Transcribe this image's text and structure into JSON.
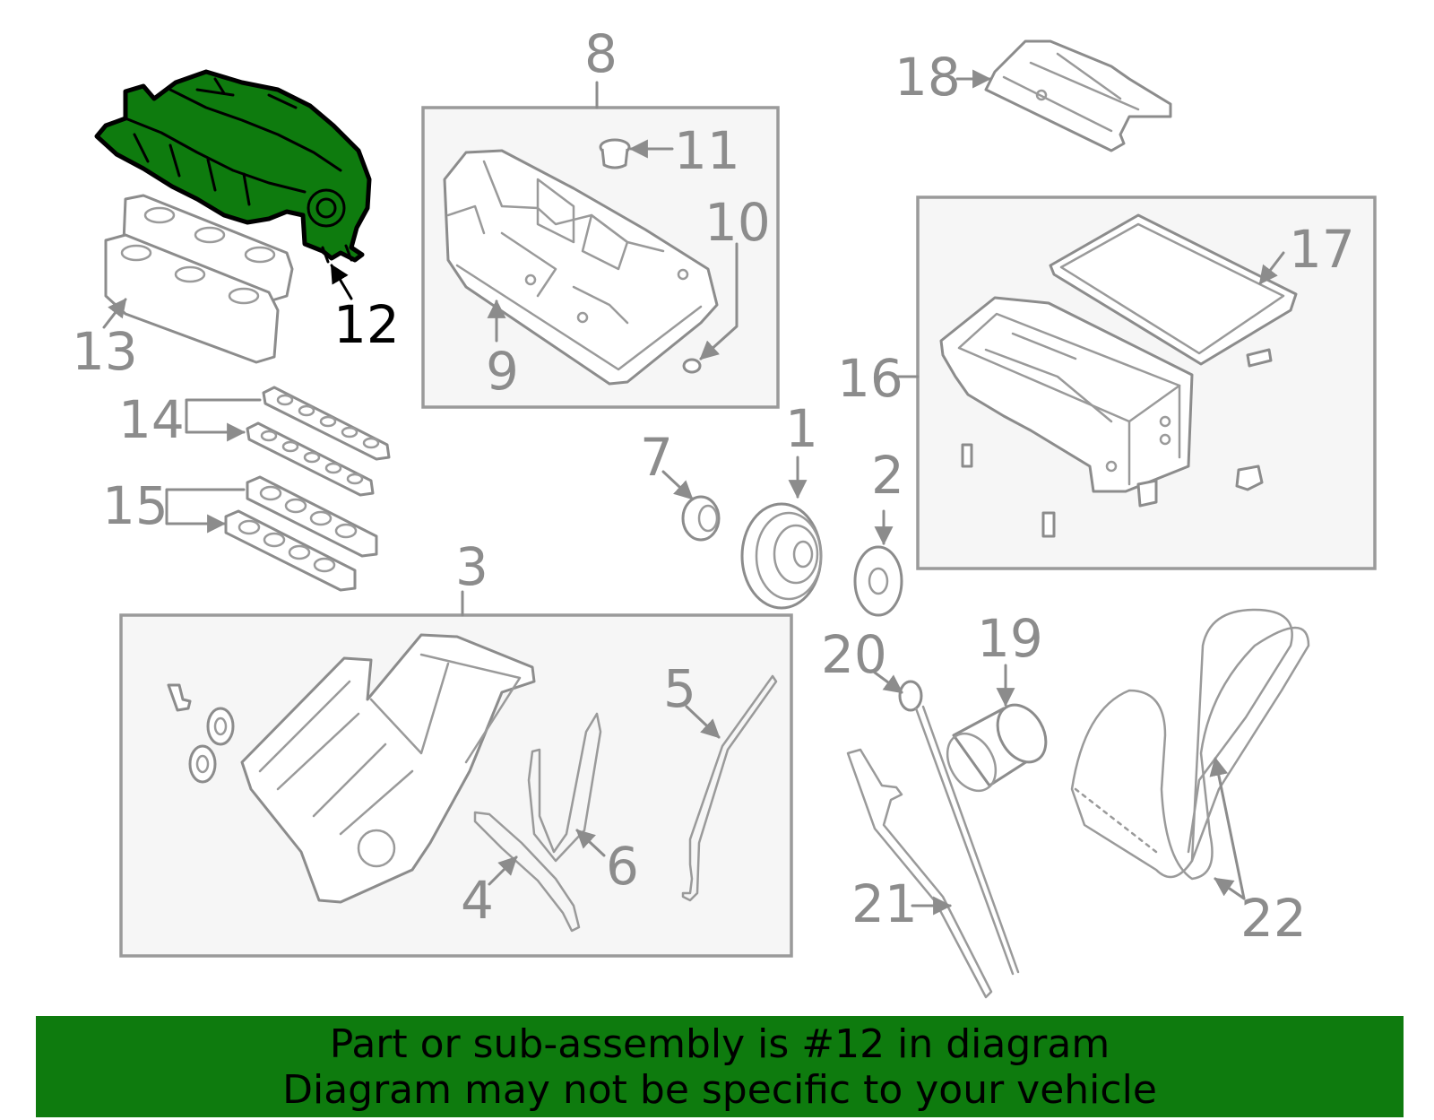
{
  "diagram": {
    "labels": [
      "1",
      "2",
      "3",
      "4",
      "5",
      "6",
      "7",
      "8",
      "9",
      "10",
      "11",
      "12",
      "13",
      "14",
      "15",
      "16",
      "17",
      "18",
      "19",
      "20",
      "21",
      "22"
    ],
    "highlighted_part": "12",
    "colors": {
      "highlight_fill": "#0e7b0e",
      "line_color": "#8c8c8c",
      "label_highlight": "#000000",
      "box_fill": "#f6f6f6"
    }
  },
  "banner": {
    "line1": "Part or sub-assembly is #12 in diagram",
    "line2": "Diagram may not be specific to your vehicle",
    "background": "#0e7b0e"
  }
}
